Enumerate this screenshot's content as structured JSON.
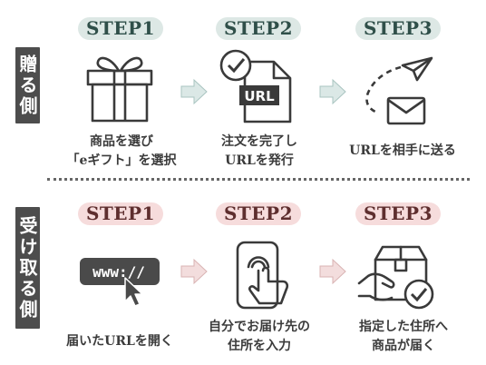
{
  "sections": [
    {
      "side_label": "贈る側",
      "steps": [
        {
          "pill": "STEP1",
          "label_lines": [
            "商品を選び",
            "「eギフト」を選択"
          ],
          "icon": "gift-box-icon"
        },
        {
          "pill": "STEP2",
          "label_lines": [
            "注文を完了し",
            "URLを発行"
          ],
          "icon": "url-document-check-icon"
        },
        {
          "pill": "STEP3",
          "label_lines": [
            "URLを相手に送る"
          ],
          "icon": "paper-plane-mail-icon"
        }
      ]
    },
    {
      "side_label": "受け取る側",
      "steps": [
        {
          "pill": "STEP1",
          "label_lines": [
            "届いたURLを開く"
          ],
          "icon": "url-click-icon"
        },
        {
          "pill": "STEP2",
          "label_lines": [
            "自分でお届け先の",
            "住所を入力"
          ],
          "icon": "phone-tap-icon"
        },
        {
          "pill": "STEP3",
          "label_lines": [
            "指定した住所へ",
            "商品が届く"
          ],
          "icon": "package-delivered-icon"
        }
      ]
    }
  ],
  "url_text": "URL",
  "www_text": "www://",
  "colors": {
    "pill_green": "#dde8e5",
    "pill_pink": "#f6dcdc",
    "arrow_green": "#dbe8e6",
    "arrow_pink": "#f3dddd",
    "side_bg": "#4d4d4d",
    "icon_stroke": "#3a3a3a"
  }
}
